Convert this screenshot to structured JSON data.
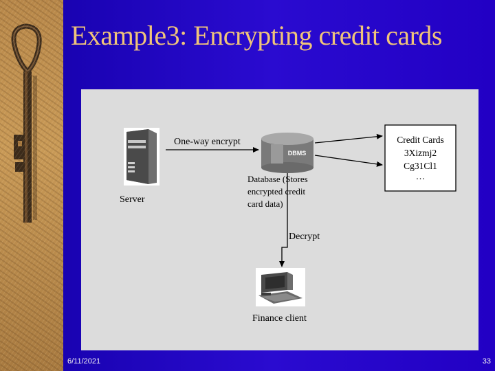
{
  "slide": {
    "title": "Example3: Encrypting credit cards",
    "footer_date": "6/11/2021",
    "footer_page": "33"
  },
  "diagram": {
    "server_label": "Server",
    "one_way_label": "One-way encrypt",
    "db_logo": "DBMS",
    "database_label": [
      "Database (Stores",
      "encrypted credit",
      "card data)"
    ],
    "credit_box": [
      "Credit Cards",
      "3Xizmj2",
      "Cg31Cl1",
      "…"
    ],
    "decrypt_label": "Decrypt",
    "finance_label": "Finance client"
  },
  "colors": {
    "background": "#2200c4",
    "title": "#f0c47a",
    "panel": "#dcdcdc"
  },
  "icons": [
    "key-image",
    "server-icon",
    "database-icon",
    "computer-icon"
  ]
}
